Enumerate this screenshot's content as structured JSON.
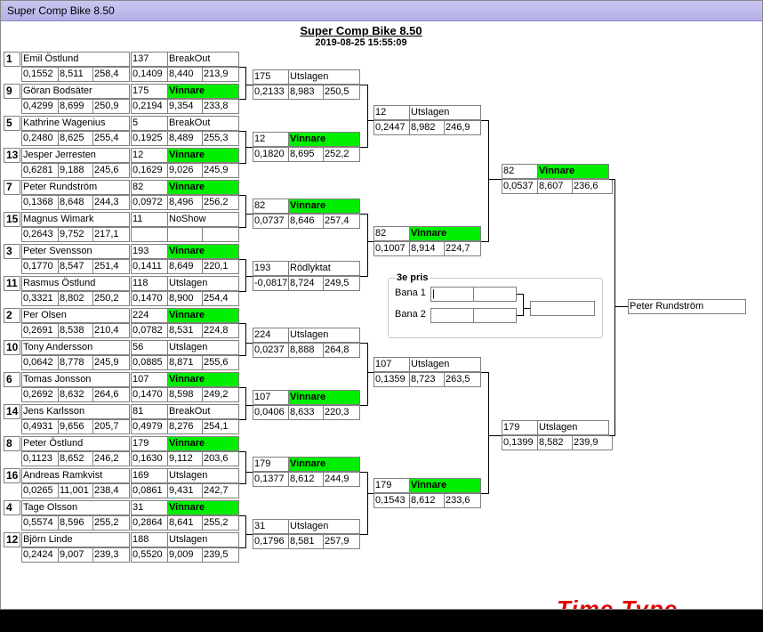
{
  "window": {
    "title": "Super Comp Bike 8.50"
  },
  "header": {
    "title": "Super Comp Bike 8.50",
    "datetime": "2019-08-25 15:55:09"
  },
  "round1": [
    {
      "seed": "1",
      "name": "Emil Östlund",
      "stats": [
        "0,1552",
        "8,511",
        "258,4"
      ],
      "num": "137",
      "result": "BreakOut",
      "rstats": [
        "0,1409",
        "8,440",
        "213,9"
      ],
      "winner": false
    },
    {
      "seed": "9",
      "name": "Göran Bodsäter",
      "stats": [
        "0,4299",
        "8,699",
        "250,9"
      ],
      "num": "175",
      "result": "Vinnare",
      "rstats": [
        "0,2194",
        "9,354",
        "233,8"
      ],
      "winner": true
    },
    {
      "seed": "5",
      "name": "Kathrine Wagenius",
      "stats": [
        "0,2480",
        "8,625",
        "255,4"
      ],
      "num": "5",
      "result": "BreakOut",
      "rstats": [
        "0,1925",
        "8,489",
        "255,3"
      ],
      "winner": false
    },
    {
      "seed": "13",
      "name": "Jesper Jerresten",
      "stats": [
        "0,6281",
        "9,188",
        "245,6"
      ],
      "num": "12",
      "result": "Vinnare",
      "rstats": [
        "0,1629",
        "9,026",
        "245,9"
      ],
      "winner": true
    },
    {
      "seed": "7",
      "name": "Peter Rundström",
      "stats": [
        "0,1368",
        "8,648",
        "244,3"
      ],
      "num": "82",
      "result": "Vinnare",
      "rstats": [
        "0,0972",
        "8,496",
        "256,2"
      ],
      "winner": true
    },
    {
      "seed": "15",
      "name": "Magnus Wimark",
      "stats": [
        "0,2643",
        "9,752",
        "217,1"
      ],
      "num": "11",
      "result": "NoShow",
      "rstats": [
        "",
        "",
        ""
      ],
      "winner": false
    },
    {
      "seed": "3",
      "name": "Peter Svensson",
      "stats": [
        "0,1770",
        "8,547",
        "251,4"
      ],
      "num": "193",
      "result": "Vinnare",
      "rstats": [
        "0,1411",
        "8,649",
        "220,1"
      ],
      "winner": true
    },
    {
      "seed": "11",
      "name": "Rasmus Östlund",
      "stats": [
        "0,3321",
        "8,802",
        "250,2"
      ],
      "num": "118",
      "result": "Utslagen",
      "rstats": [
        "0,1470",
        "8,900",
        "254,4"
      ],
      "winner": false
    },
    {
      "seed": "2",
      "name": "Per Olsen",
      "stats": [
        "0,2691",
        "8,538",
        "210,4"
      ],
      "num": "224",
      "result": "Vinnare",
      "rstats": [
        "0,0782",
        "8,531",
        "224,8"
      ],
      "winner": true
    },
    {
      "seed": "10",
      "name": "Tony Andersson",
      "stats": [
        "0,0642",
        "8,778",
        "245,9"
      ],
      "num": "56",
      "result": "Utslagen",
      "rstats": [
        "0,0885",
        "8,871",
        "255,6"
      ],
      "winner": false
    },
    {
      "seed": "6",
      "name": "Tomas Jonsson",
      "stats": [
        "0,2692",
        "8,632",
        "264,6"
      ],
      "num": "107",
      "result": "Vinnare",
      "rstats": [
        "0,1470",
        "8,598",
        "249,2"
      ],
      "winner": true
    },
    {
      "seed": "14",
      "name": "Jens Karlsson",
      "stats": [
        "0,4931",
        "9,656",
        "205,7"
      ],
      "num": "81",
      "result": "BreakOut",
      "rstats": [
        "0,4979",
        "8,276",
        "254,1"
      ],
      "winner": false
    },
    {
      "seed": "8",
      "name": "Peter Östlund",
      "stats": [
        "0,1123",
        "8,652",
        "246,2"
      ],
      "num": "179",
      "result": "Vinnare",
      "rstats": [
        "0,1630",
        "9,112",
        "203,6"
      ],
      "winner": true
    },
    {
      "seed": "16",
      "name": "Andreas Ramkvist",
      "stats": [
        "0,0265",
        "11,001",
        "238,4"
      ],
      "num": "169",
      "result": "Utslagen",
      "rstats": [
        "0,0861",
        "9,431",
        "242,7"
      ],
      "winner": false
    },
    {
      "seed": "4",
      "name": "Tage Olsson",
      "stats": [
        "0,5574",
        "8,596",
        "255,2"
      ],
      "num": "31",
      "result": "Vinnare",
      "rstats": [
        "0,2864",
        "8,641",
        "255,2"
      ],
      "winner": true
    },
    {
      "seed": "12",
      "name": "Björn Linde",
      "stats": [
        "0,2424",
        "9,007",
        "239,3"
      ],
      "num": "188",
      "result": "Utslagen",
      "rstats": [
        "0,5520",
        "9,009",
        "239,5"
      ],
      "winner": false
    }
  ],
  "round2": [
    {
      "num": "175",
      "result": "Utslagen",
      "stats": [
        "0,2133",
        "8,983",
        "250,5"
      ],
      "winner": false
    },
    {
      "num": "12",
      "result": "Vinnare",
      "stats": [
        "0,1820",
        "8,695",
        "252,2"
      ],
      "winner": true
    },
    {
      "num": "82",
      "result": "Vinnare",
      "stats": [
        "0,0737",
        "8,646",
        "257,4"
      ],
      "winner": true
    },
    {
      "num": "193",
      "result": "Rödlyktat",
      "stats": [
        "-0,0817",
        "8,724",
        "249,5"
      ],
      "winner": false
    },
    {
      "num": "224",
      "result": "Utslagen",
      "stats": [
        "0,0237",
        "8,888",
        "264,8"
      ],
      "winner": false
    },
    {
      "num": "107",
      "result": "Vinnare",
      "stats": [
        "0,0406",
        "8,633",
        "220,3"
      ],
      "winner": true
    },
    {
      "num": "179",
      "result": "Vinnare",
      "stats": [
        "0,1377",
        "8,612",
        "244,9"
      ],
      "winner": true
    },
    {
      "num": "31",
      "result": "Utslagen",
      "stats": [
        "0,1796",
        "8,581",
        "257,9"
      ],
      "winner": false
    }
  ],
  "round3": [
    {
      "num": "12",
      "result": "Utslagen",
      "stats": [
        "0,2447",
        "8,982",
        "246,9"
      ],
      "winner": false
    },
    {
      "num": "82",
      "result": "Vinnare",
      "stats": [
        "0,1007",
        "8,914",
        "224,7"
      ],
      "winner": true
    },
    {
      "num": "107",
      "result": "Utslagen",
      "stats": [
        "0,1359",
        "8,723",
        "263,5"
      ],
      "winner": false
    },
    {
      "num": "179",
      "result": "Vinnare",
      "stats": [
        "0,1543",
        "8,612",
        "233,6"
      ],
      "winner": true
    }
  ],
  "round4": [
    {
      "num": "82",
      "result": "Vinnare",
      "stats": [
        "0,0537",
        "8,607",
        "236,6"
      ],
      "winner": true
    },
    {
      "num": "179",
      "result": "Utslagen",
      "stats": [
        "0,1399",
        "8,582",
        "239,9"
      ],
      "winner": false
    }
  ],
  "final": {
    "winner": "Peter Rundström"
  },
  "third_place": {
    "title": "3e pris",
    "lane1_label": "Bana 1",
    "lane2_label": "Bana 2"
  },
  "logo": {
    "text": "Time Type"
  },
  "colors": {
    "winner": "#00ee00",
    "titlebar": "#b4b0e6",
    "logo": "#e00000"
  }
}
